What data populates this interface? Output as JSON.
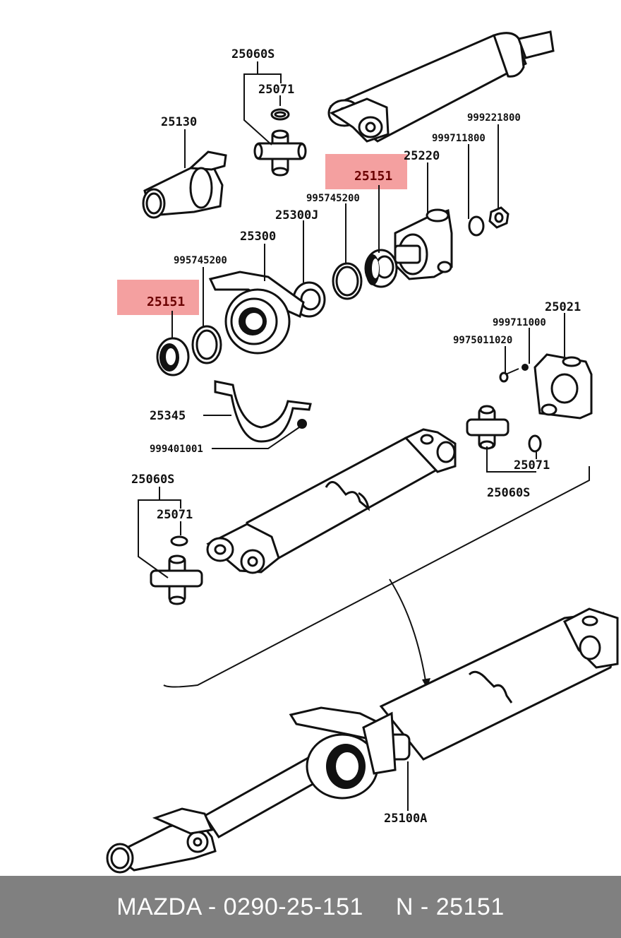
{
  "diagram": {
    "labels": {
      "p25060S_top": "25060S",
      "p25071_top": "25071",
      "p25130": "25130",
      "p999221800": "999221800",
      "p999711800": "999711800",
      "p25151_top": "25151",
      "p25220": "25220",
      "p995745200_mid": "995745200",
      "p25300J": "25300J",
      "p25300": "25300",
      "p995745200_left": "995745200",
      "p25151_left": "25151",
      "p25021": "25021",
      "p999711000": "999711000",
      "p9975011020": "9975011020",
      "p25345": "25345",
      "p999401001": "999401001",
      "p25071_right": "25071",
      "p25060S_right": "25060S",
      "p25060S_left": "25060S",
      "p25071_left": "25071",
      "p25100A": "25100A"
    },
    "highlight_color": "#f4a0a0"
  },
  "footer": {
    "brand_part": "MAZDA - 0290-25-151",
    "number": "N - 25151"
  }
}
